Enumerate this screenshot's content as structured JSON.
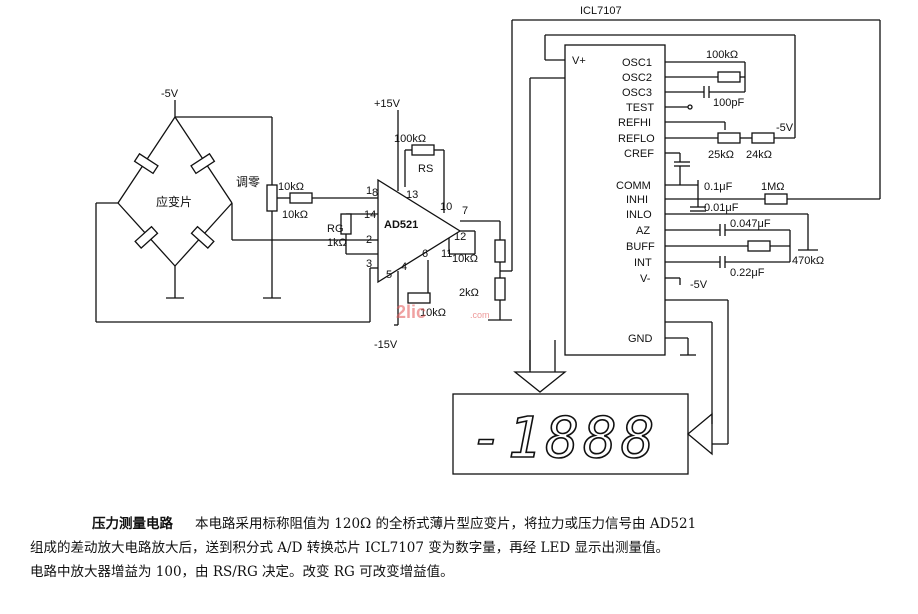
{
  "diagram": {
    "chip_name": "ICL7107",
    "amp_name": "AD521",
    "sensor_label": "应变片",
    "zero_label": "调零",
    "supply": {
      "neg5_top": "-5V",
      "pos15": "+15V",
      "neg15": "-15V",
      "neg5_ref": "-5V",
      "neg5_v": "-5V"
    },
    "pins_left": [
      "V+",
      "OSC1",
      "OSC2",
      "OSC3",
      "TEST",
      "REFHI",
      "REFLO",
      "CREF",
      "COMM",
      "INHI",
      "INLO",
      "AZ",
      "BUFF",
      "INT",
      "V-",
      "GND"
    ],
    "amp_pins": [
      "8",
      "1",
      "13",
      "14",
      "2",
      "3",
      "4",
      "5",
      "10",
      "7",
      "12",
      "6",
      "11"
    ],
    "components": {
      "r_zero1": "10kΩ",
      "r_zero2": "10kΩ",
      "r_gain_fb": "100kΩ",
      "rs": "RS",
      "rg": "RG",
      "rg_val": "1kΩ",
      "r_out": "10kΩ",
      "r_2k": "2kΩ",
      "r_offset": "10kΩ",
      "osc_r": "100kΩ",
      "osc_c": "100pF",
      "ref_pot": "25kΩ",
      "ref_r": "24kΩ",
      "ref_neg5": "-5V",
      "comm_c": "0.1μF",
      "in_r": "1MΩ",
      "in_c": "0.01μF",
      "az_c": "0.047μF",
      "buff_r": "470kΩ",
      "int_c": "0.22μF"
    },
    "display_text": "-1888",
    "watermark": "2lic",
    "watermark_sub": ".com"
  },
  "caption": {
    "title": "压力测量电路",
    "line1": "本电路采用标称阻值为 120Ω 的全桥式薄片型应变片，将拉力或压力信号由 AD521",
    "line2": "组成的差动放大电路放大后，送到积分式 A/D 转换芯片 ICL7107 变为数字量，再经 LED 显示出测量值。",
    "line3": "电路中放大器增益为 100，由 RS/RG 决定。改变 RG 可改变增益值。"
  }
}
